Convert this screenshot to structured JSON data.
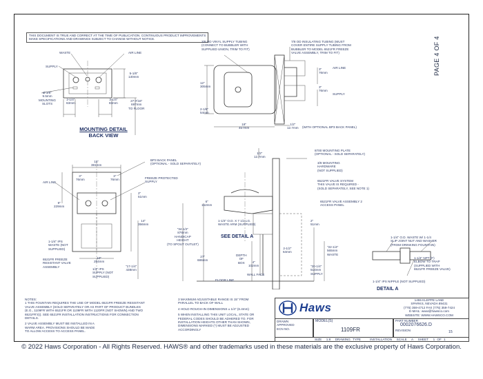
{
  "disclaimer": [
    "THIS DOCUMENT IS TRUE AND CORRECT AT THE TIME OF PUBLICATION. CONTINUOUS PRODUCT IMPROVEMENTS",
    "MAKE SPECIFICATIONS AND DRAWINGS SUBJECT TO CHANGE WITHOUT NOTICE."
  ],
  "page_label": "PAGE 4 OF 4",
  "mounting_detail": {
    "title": "MOUNTING DETAIL",
    "subtitle": "BACK VIEW",
    "labels": {
      "waste": "WASTE",
      "air_line": "AIR LINE",
      "supply": "SUPPLY",
      "d1a": "5-1/8\"",
      "d1b": "130mm",
      "d2a": "Ø  3/8\"",
      "d2b": "9.5mm",
      "d2c": "MOUNTING",
      "d2d": "SLOTS",
      "d3a": "2-1/4\"",
      "d3b": "63mm",
      "d4a": "3-1/4\"",
      "d4b": "83mm",
      "d5a": "27-7/16\"",
      "d5b": "697mm",
      "d5c": "TO FLOOR"
    }
  },
  "top_right": {
    "vinyl_tubing": [
      "3/8 OD VINYL SUPPLY TUBING",
      "(CONNECT TO BUBBLER WITH",
      "SUPPLIED UNION, TRIM TO FIT)"
    ],
    "insulating_tubing": [
      "7/8 OD INSULATING TUBING (MUST",
      "COVER ENTIRE SUPPLY TUBING FROM",
      "BUBBLER TO MODEL 6521FR FREEZE",
      "VALVE ASSEMBLY, TRIM TO FIT)"
    ],
    "dim_3": "3\"",
    "dim_3mm": "76mm",
    "air_line": "AIR LINE",
    "dim_12": "12\"",
    "dim_12mm": "305mm",
    "dim_3b": "3\"",
    "dim_3bmm": "76mm",
    "supply": "SUPPLY",
    "dim_218": "2-1/8\"",
    "dim_218mm": "54mm",
    "dim_18": "18\"",
    "dim_18mm": "457mm",
    "dim_half": "1/2\"",
    "dim_halfmm": "12.7mm",
    "bp3_note": "(WITH OPTIONAL BP3 BACK PANEL)"
  },
  "front_view": {
    "bp3_panel": [
      "BP3 BACK PANEL",
      "(OPTIONAL - SOLD SEPARATELY)"
    ],
    "dim_15": "15\"",
    "dim_15mm": "381mm",
    "dim_3": "3\"",
    "dim_3mm": "76mm",
    "dim_3b": "3\"",
    "dim_3bmm": "76mm",
    "freeze_supply": [
      "FREEZE PROTECTED",
      "SUPPLY"
    ],
    "air_line": "AIR LINE",
    "dim_2": "2\"",
    "dim_2mm": "51mm",
    "dim_9": "9\"",
    "dim_9mm": "229mm",
    "dim_14": "14\"",
    "dim_14mm": "356mm",
    "dim_114": [
      "1-1/4\" IPS",
      "WASTE (NOT",
      "SUPPLIED)"
    ],
    "freeze_valve": [
      "6521FR FREEZE",
      "RESISTANT VALVE",
      "ASSEMBLY"
    ],
    "dim_10": "10\"",
    "dim_10mm": "254mm",
    "dim_12ips": [
      "1/2\" IPS",
      "SUPPLY (NOT",
      "SUPPLIED)"
    ],
    "dim_1714": "\"17-1/4\"",
    "dim_1714mm": "438mm"
  },
  "side_view": {
    "half": "1/2\"",
    "halfmm": "12.7mm",
    "mounting_plate": [
      "8700 MOUNTING PLATE",
      "(OPTIONAL - SOLD SEPARATELY)"
    ],
    "hardware": [
      "3/8 MOUNTING",
      "HARDWARE",
      "(NOT SUPPLIED)"
    ],
    "valve_system": [
      "6521FR VALVE SYSTEM",
      "THIS VALVE IS REQUIRED -",
      "(SOLD SEPARATELY, SEE NOTE 1)"
    ],
    "access": [
      "6521FR VALVE ASSEMBLY 2",
      "ACCESS PANEL"
    ],
    "dim_6": "6\"",
    "dim_6mm": "152mm",
    "tailpiece": [
      "1-1/4\" O.D. X 7 1/2 LG.",
      "WASTE ARM (SUPPLIED)"
    ],
    "dim_3412": [
      "\"34-1/2\"",
      "876mm",
      "HANDICAP",
      "HEIGHT",
      "(TO SPOUT OUTLET)"
    ],
    "see_detail": "SEE DETAIL A",
    "dim_2b": "2\"",
    "dim_2bmm": "51mm",
    "dim_2212": "\"22-1/4\"",
    "dim_2212mm": "565mm",
    "waste": "WASTE",
    "dim_27": "27\"",
    "dim_27mm": "686mm",
    "depth": [
      "DEPTH",
      "OF",
      "BOX"
    ],
    "dim_4": "4\"",
    "dim_4mm": "102mm",
    "dim_2212b": "2-1/2\"",
    "dim_2212bmm": "64mm",
    "dim_2014": "\"20-1/4\"",
    "dim_2014mm": "514mm",
    "supply": "SUPPLY",
    "wall_face": "WALL FACE",
    "floor_line": "FLOOR LINE"
  },
  "detail_a": {
    "title": "DETAIL A",
    "slip": [
      "1-1/4\" O.D. WASTE W/ 1-1/4",
      "SLIP JOINT NUT AND WASHER",
      "(FROM DRINKING FOUNTAIN)"
    ],
    "npt": [
      "1-1/4\" NPT (F)",
      "ELBOW TO TRAP",
      "(SUPPLIED WITH",
      "6521FR FREEZE VALVE)"
    ],
    "nipple": "1-1/4\" IPS NIPPLE (NOT SUPPLIED)"
  },
  "notes": {
    "title": "NOTES:",
    "n1": [
      "1  THIS FOUNTAIN REQUIRES THE USE OF MODEL 6521FR FREEZE RESISTANT",
      "VALVE ASSEMBLY (SOLD SEPARATELY OR AS PART OF PRODUCT BUNDLES",
      "(E.G., 1109FR WITH 6521FR OR 1109FR WITH 1120FR (NOT SHOWN) AND TWO",
      "6521FR'S)). SEE 6521FR INSTALLATION INSTRUCTIONS FOR CONNECTION",
      "DETAILS."
    ],
    "n2": [
      "2  VALVE ASSEMBLY MUST BE INSTALLED IN A",
      "WARM AREA.  PROVISIONS SHOULD BE MADE",
      "TO ALLOW ACCESS TO ACCESS PANEL."
    ],
    "n3": [
      "3  MAXIMUM ADJUSTABLE RANGE IS 15\" FROM",
      "PARALLEL TO BACK OF WALL"
    ],
    "n4": "4  HOLD ROUGH-IN DIMENSIONS ± 1/4\" (6.4mm)",
    "n5": [
      "5  WHEN INSTALLING THIS UNIT LOCAL, STATE OR",
      "FEDERAL CODES SHOULD BE ADHERED TO. FOR",
      "INSTALLATION HEIGHTS OTHER THAN SHOWN,",
      "DIMENSIONS MARKED (*) MUST BE ADJUSTED",
      "ACCORDINGLY"
    ]
  },
  "title_block": {
    "brand": "Haws",
    "address": [
      "1455 KLEPPE LANE",
      "SPARKS, NEVADA  89431",
      "(775) 359-4712  FAX (775) 359-7424",
      "E-MAIL: www@hawsco.com",
      "WEBSITE: WWW.HAWSCO.COM"
    ],
    "models_label": "MODEL(S)",
    "model": "1109FR",
    "part_number_label": "PART NUMBER",
    "part_number": "0002076626.D",
    "revision_label": "REVISION",
    "revision": "15",
    "small_rows": [
      "DRAWN",
      "APPROVED",
      "ECN NO."
    ],
    "scale_row": [
      "SIZE",
      "1:8",
      "DRAWING TYPE",
      "INSTALLATION",
      "SCALE",
      "A",
      "SHEET",
      "1 OF 1"
    ]
  },
  "copyright": "© 2022 Haws Corporation - All Rights Reserved.  HAWS® and other trademarks used in these materials are the exclusive property of Haws Corporation."
}
